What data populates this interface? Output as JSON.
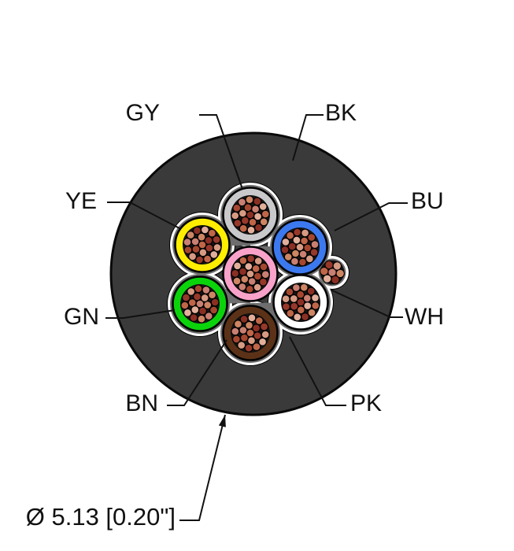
{
  "figure_type": "cable-cross-section",
  "labels": {
    "gy": "GY",
    "bk": "BK",
    "ye": "YE",
    "bu": "BU",
    "gn": "GN",
    "wh": "WH",
    "bn": "BN",
    "pk": "PK",
    "dimension": "Ø 5.13 [0.20\"]"
  },
  "colors": {
    "jacket": "#3a3a3a",
    "jacket_outline": "#0a0a0a",
    "tape": "#ffffff",
    "interstice": "#6e6e6e",
    "leader_line": "#111111",
    "strand_backing": "#141414",
    "insulation": {
      "gray": "#c9c9cb",
      "yellow": "#ffee00",
      "blue": "#3c79ef",
      "pink": "#f8a2ca",
      "green": "#0bd30b",
      "white": "#ffffff",
      "brown": "#5b3217"
    },
    "strand_palette": [
      "#8a2f24",
      "#a5462f",
      "#bf6548",
      "#cd8563",
      "#d79a82",
      "#e2af9b",
      "#c97f72",
      "#96382a"
    ]
  },
  "conductors": [
    {
      "id": "gray",
      "label": "GY",
      "position": "top"
    },
    {
      "id": "yellow",
      "label": "YE",
      "position": "upper-left"
    },
    {
      "id": "blue",
      "label": "BU",
      "position": "upper-right"
    },
    {
      "id": "pink",
      "label": "PK",
      "position": "center"
    },
    {
      "id": "green",
      "label": "GN",
      "position": "lower-left"
    },
    {
      "id": "white",
      "label": "WH",
      "position": "lower-right"
    },
    {
      "id": "brown",
      "label": "BN",
      "position": "bottom"
    }
  ],
  "jacket_label": "BK",
  "strands_per_conductor": 19,
  "filler": {
    "description": "bare copper filler strands",
    "strand_count": 7
  }
}
